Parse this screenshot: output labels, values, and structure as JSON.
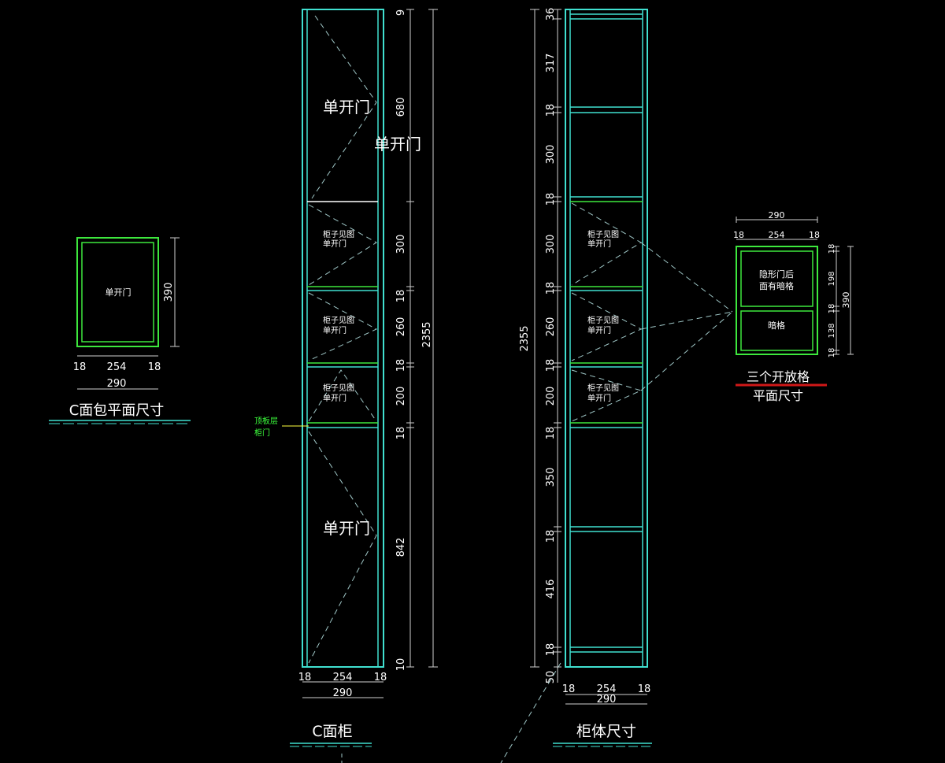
{
  "colors": {
    "background": "#000000",
    "cabinet_outline": "#40e0d0",
    "panel_green": "#3de83d",
    "dim_line": "#cfcfcf",
    "text_white": "#ffffff",
    "hidden_line": "#a0c8c8",
    "label_green": "#3cff3c",
    "leader_yellow": "#ffff40",
    "underline_red": "#d01818"
  },
  "left_plan": {
    "door_label": "单开门",
    "height_dim": "390",
    "dim_left": "18",
    "dim_mid": "254",
    "dim_right": "18",
    "total_width": "290",
    "title": "C面包平面尺寸"
  },
  "c_cabinet": {
    "door_upper_label": "单开门",
    "door_upper_label_2": "单开门",
    "comp_1_line1": "柜子见图",
    "comp_1_line2": "单开门",
    "comp_2_line1": "柜子见图",
    "comp_2_line2": "单开门",
    "comp_3_line1": "柜子见图",
    "comp_3_line2": "单开门",
    "door_lower_label": "单开门",
    "side_note_line1": "顶板层",
    "side_note_line2": "柜门",
    "segment_dims": [
      "9",
      "680",
      "300",
      "18",
      "260",
      "18",
      "200",
      "18",
      "842",
      "10"
    ],
    "total_height": "2355",
    "dim_left": "18",
    "dim_mid": "254",
    "dim_right": "18",
    "total_width": "290",
    "title": "C面柜"
  },
  "body_cabinet": {
    "segment_dims": [
      "36",
      "317",
      "18",
      "300",
      "18",
      "300",
      "18",
      "260",
      "18",
      "200",
      "18",
      "350",
      "18",
      "416",
      "18",
      "50"
    ],
    "total_height": "2355",
    "comp_1_line1": "柜子见图",
    "comp_1_line2": "单开门",
    "comp_2_line1": "柜子见图",
    "comp_2_line2": "单开门",
    "comp_3_line1": "柜子见图",
    "comp_3_line2": "单开门",
    "dim_left": "18",
    "dim_mid": "254",
    "dim_right": "18",
    "total_width": "290",
    "title": "柜体尺寸"
  },
  "right_plan": {
    "total_width": "290",
    "dim_left": "18",
    "dim_mid": "254",
    "dim_right": "18",
    "upper_line1": "隐形门后",
    "upper_line2": "面有暗格",
    "lower_label": "暗格",
    "v_dims": [
      "18",
      "198",
      "18",
      "138",
      "18"
    ],
    "total_height": "390",
    "title_line1": "三个开放格",
    "title_line2": "平面尺寸"
  }
}
